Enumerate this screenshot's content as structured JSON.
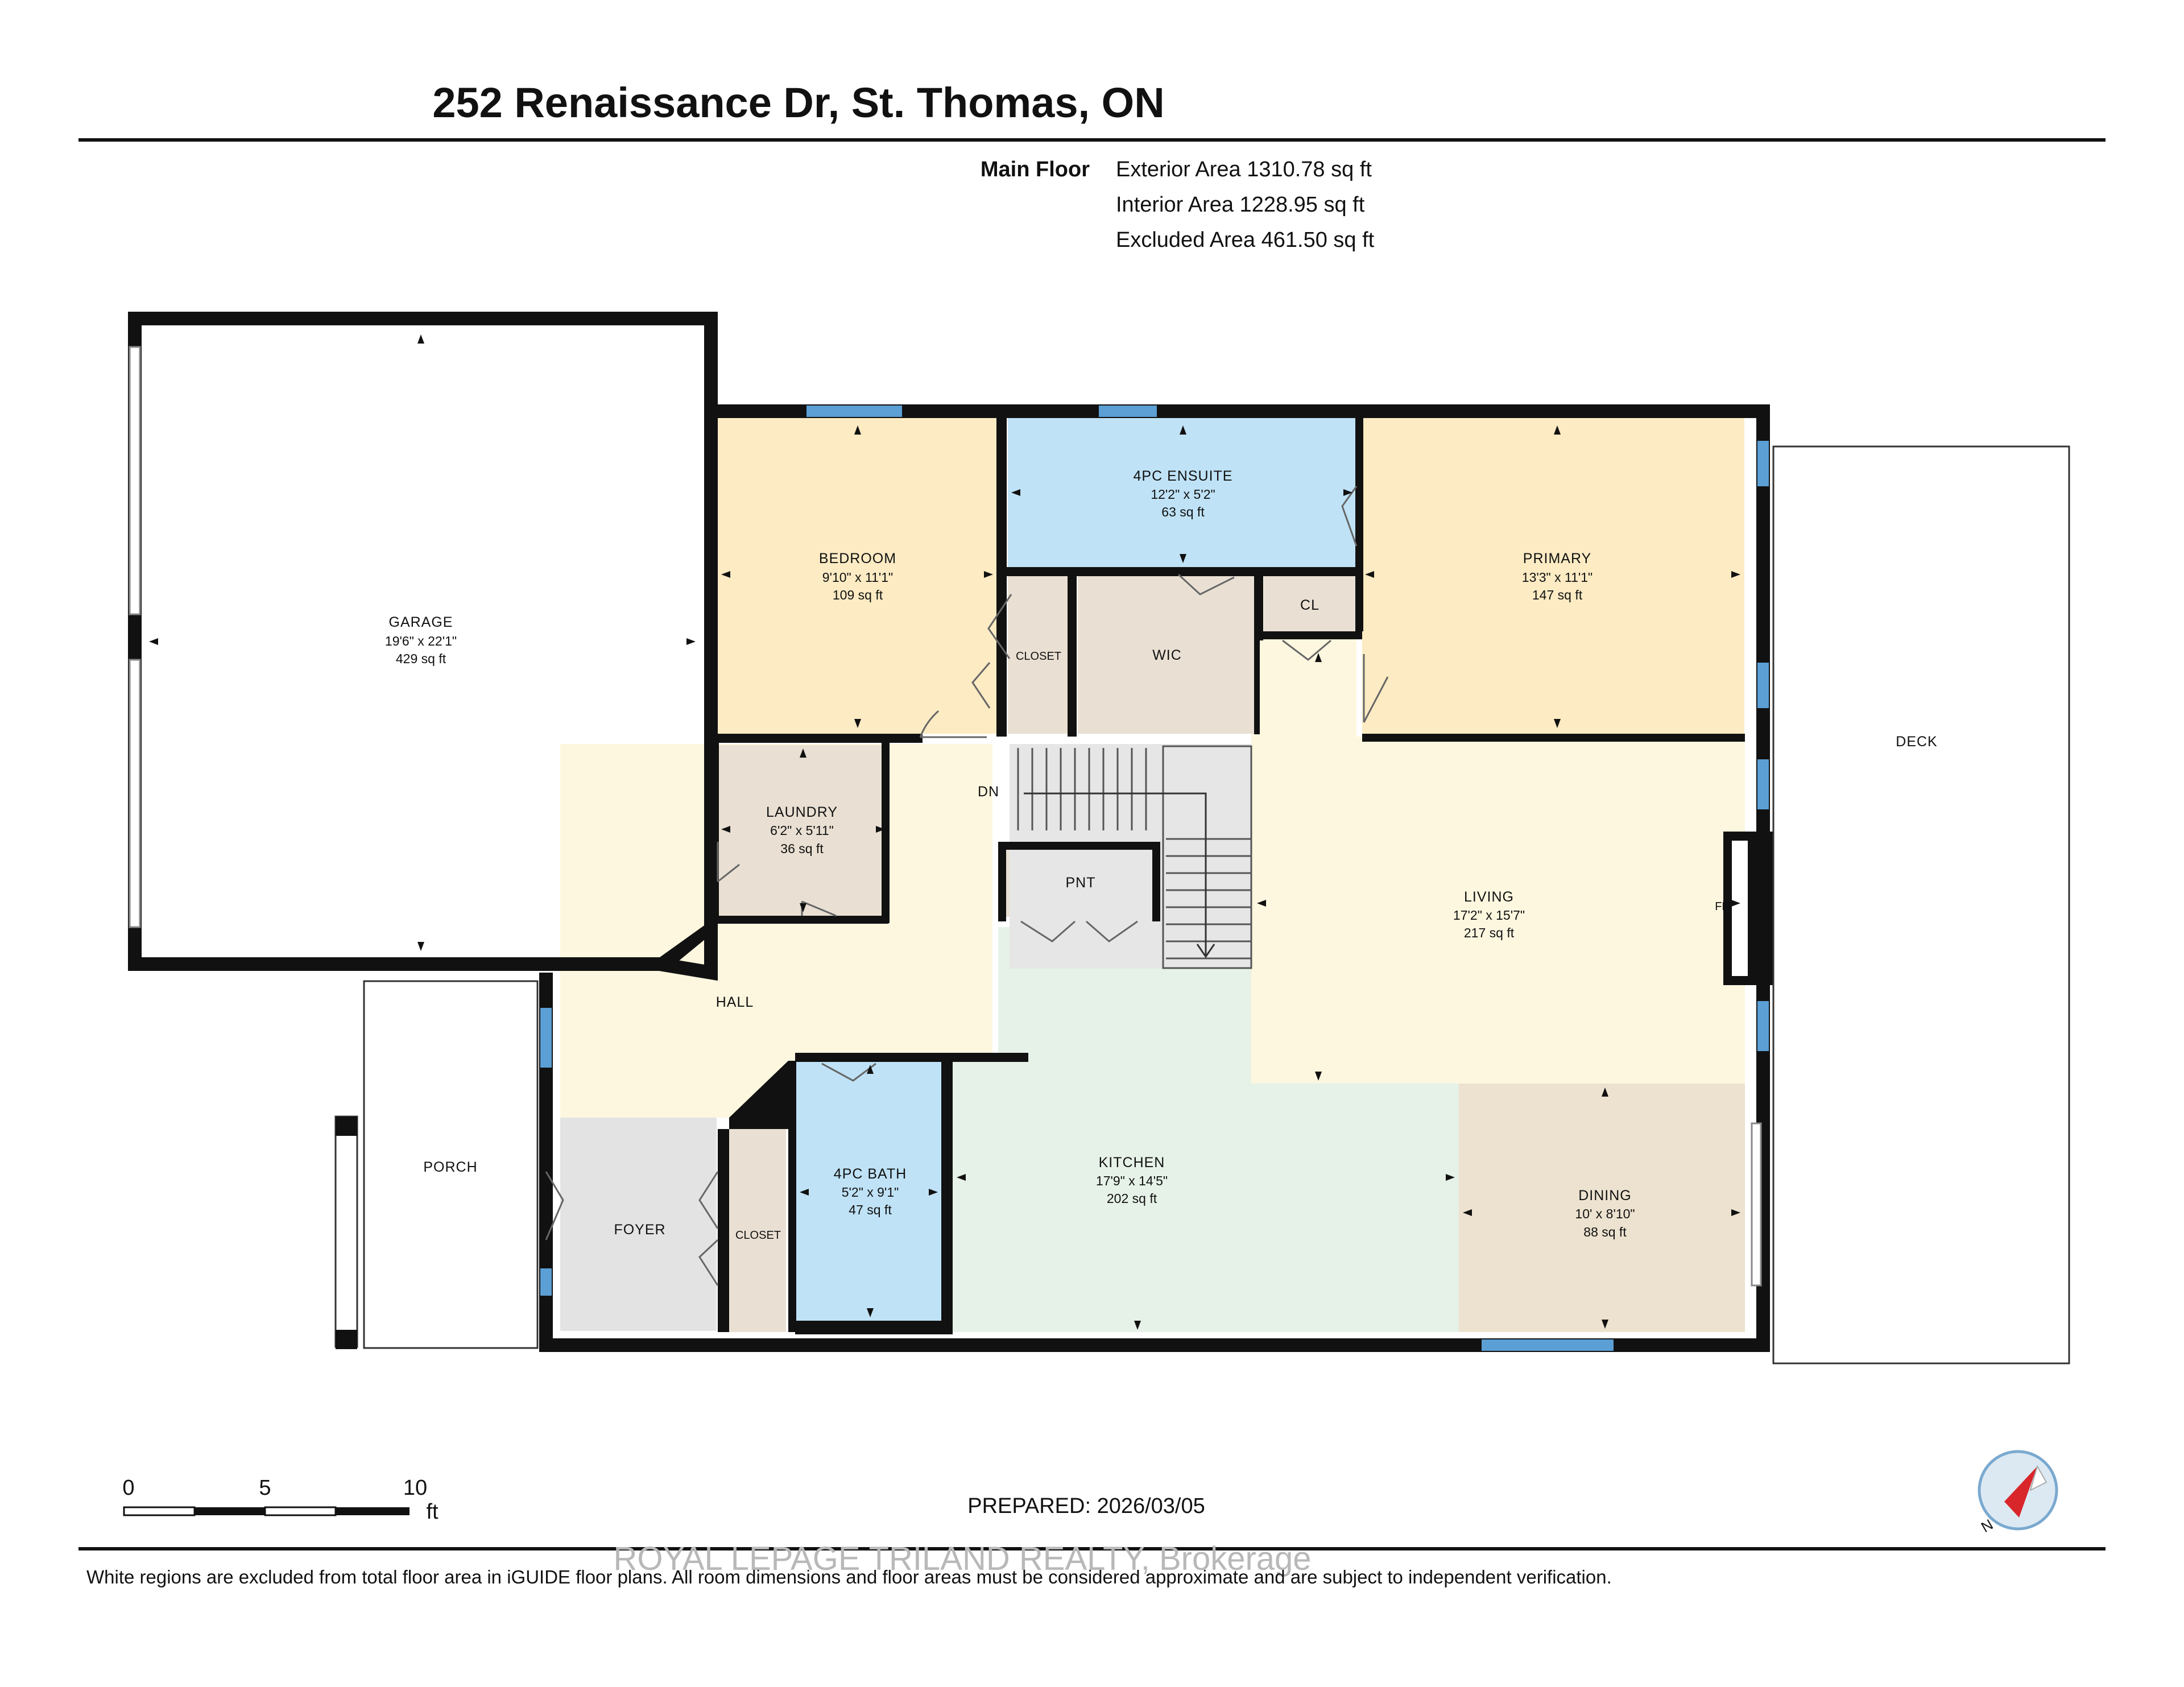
{
  "header": {
    "title": "252 Renaissance Dr, St. Thomas, ON",
    "floor_label": "Main Floor",
    "exterior_area": "Exterior Area 1310.78 sq ft",
    "interior_area": "Interior Area 1228.95 sq ft",
    "excluded_area": "Excluded Area 461.50 sq ft"
  },
  "rooms": {
    "garage": {
      "name": "GARAGE",
      "dims": "19'6\" x 22'1\"",
      "area": "429 sq ft"
    },
    "bedroom": {
      "name": "BEDROOM",
      "dims": "9'10\" x 11'1\"",
      "area": "109 sq ft"
    },
    "ensuite": {
      "name": "4PC ENSUITE",
      "dims": "12'2\" x 5'2\"",
      "area": "63 sq ft"
    },
    "primary": {
      "name": "PRIMARY",
      "dims": "13'3\" x 11'1\"",
      "area": "147 sq ft"
    },
    "laundry": {
      "name": "LAUNDRY",
      "dims": "6'2\" x 5'11\"",
      "area": "36 sq ft"
    },
    "living": {
      "name": "LIVING",
      "dims": "17'2\" x 15'7\"",
      "area": "217 sq ft"
    },
    "bath": {
      "name": "4PC BATH",
      "dims": "5'2\" x 9'1\"",
      "area": "47 sq ft"
    },
    "kitchen": {
      "name": "KITCHEN",
      "dims": "17'9\" x 14'5\"",
      "area": "202 sq ft"
    },
    "dining": {
      "name": "DINING",
      "dims": "10' x 8'10\"",
      "area": "88 sq ft"
    }
  },
  "labels": {
    "closet_bedroom": "CLOSET",
    "wic": "WIC",
    "cl": "CL",
    "deck": "DECK",
    "down": "DN",
    "pantry": "PNT",
    "hall": "HALL",
    "porch": "PORCH",
    "foyer": "FOYER",
    "closet_foyer": "CLOSET",
    "fireplace": "FP"
  },
  "scale_bar": {
    "tick_0": "0",
    "tick_5": "5",
    "tick_10": "10",
    "unit": "ft"
  },
  "prepared": "PREPARED: 2026/03/05",
  "watermark": "ROYAL LEPAGE TRILAND REALTY, Brokerage",
  "compass_letter": "N",
  "footer_note": "White regions are excluded from total floor area in iGUIDE floor plans. All room dimensions and floor areas must be considered approximate and are subject to independent verification.",
  "colors": {
    "bedroom_fill": "#fcebc3",
    "ensuite_fill": "#bfe2f6",
    "primary_fill": "#fcebc3",
    "util_fill": "#e9e0d3",
    "hall_fill": "#fdf7df",
    "kitchen_fill": "#e6f2e8",
    "dining_fill": "#ece2cf",
    "foyer_fill": "#e3e3e3",
    "window": "#5b9fd4",
    "wall": "#111111"
  }
}
